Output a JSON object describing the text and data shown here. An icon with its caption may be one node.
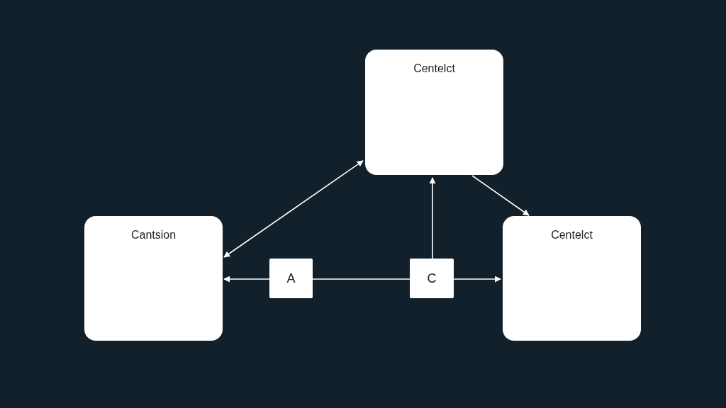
{
  "diagram": {
    "nodes": [
      {
        "text": [
          "Centelct"
        ]
      },
      {
        "text": [
          "Cantsion"
        ]
      },
      {
        "text": [
          "Centelct"
        ]
      },
      {
        "text": [
          "A"
        ]
      },
      {
        "text": [
          "C"
        ]
      }
    ],
    "edges": [
      {
        "from": 1,
        "to": 0,
        "arrow": "both"
      },
      {
        "from": 0,
        "to": 2,
        "arrow": "to"
      },
      {
        "from": 3,
        "to": 1,
        "arrow": "to"
      },
      {
        "from": 3,
        "to": 4,
        "arrow": "none"
      },
      {
        "from": 4,
        "to": 2,
        "arrow": "to"
      },
      {
        "from": 4,
        "to": 0,
        "arrow": "to"
      }
    ]
  }
}
